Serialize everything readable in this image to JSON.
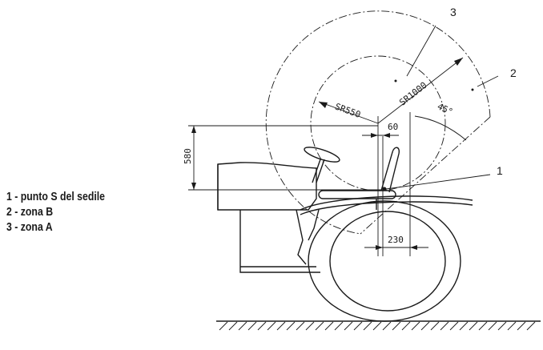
{
  "legend": [
    {
      "text": "1 - punto S del sedile"
    },
    {
      "text": "2 - zona B"
    },
    {
      "text": "3 - zona A"
    }
  ],
  "callouts": {
    "one": "1",
    "two": "2",
    "three": "3"
  },
  "dimensions": {
    "h580": "580",
    "w60": "60",
    "w230": "230",
    "r550": "SR550",
    "r1000": "SR1000",
    "angle": "45°"
  }
}
